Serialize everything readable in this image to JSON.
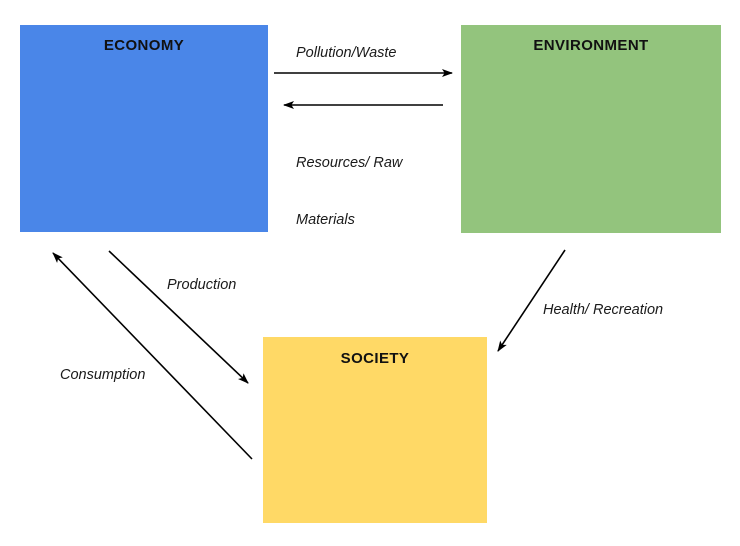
{
  "diagram": {
    "title": "Economy-Environment-Society interaction diagram",
    "nodes": [
      {
        "id": "economy",
        "label": "ECONOMY",
        "color": "#4a86e8"
      },
      {
        "id": "environment",
        "label": "ENVIRONMENT",
        "color": "#93c47d"
      },
      {
        "id": "society",
        "label": "SOCIETY",
        "color": "#ffd966"
      }
    ],
    "edges": [
      {
        "id": "pollution-waste",
        "label": "Pollution/Waste",
        "from": "economy",
        "to": "environment",
        "direction": "right"
      },
      {
        "id": "resources-raw-materials",
        "label_line1": "Resources/ Raw",
        "label_line2": "Materials",
        "from": "environment",
        "to": "economy",
        "direction": "left"
      },
      {
        "id": "production",
        "label": "Production",
        "from": "economy",
        "to": "society",
        "direction": "down-right"
      },
      {
        "id": "consumption",
        "label": "Consumption",
        "from": "society",
        "to": "economy",
        "direction": "up-left"
      },
      {
        "id": "health-recreation",
        "label": "Health/ Recreation",
        "from": "environment",
        "to": "society",
        "direction": "down-left"
      }
    ],
    "line_color": "#000000"
  }
}
